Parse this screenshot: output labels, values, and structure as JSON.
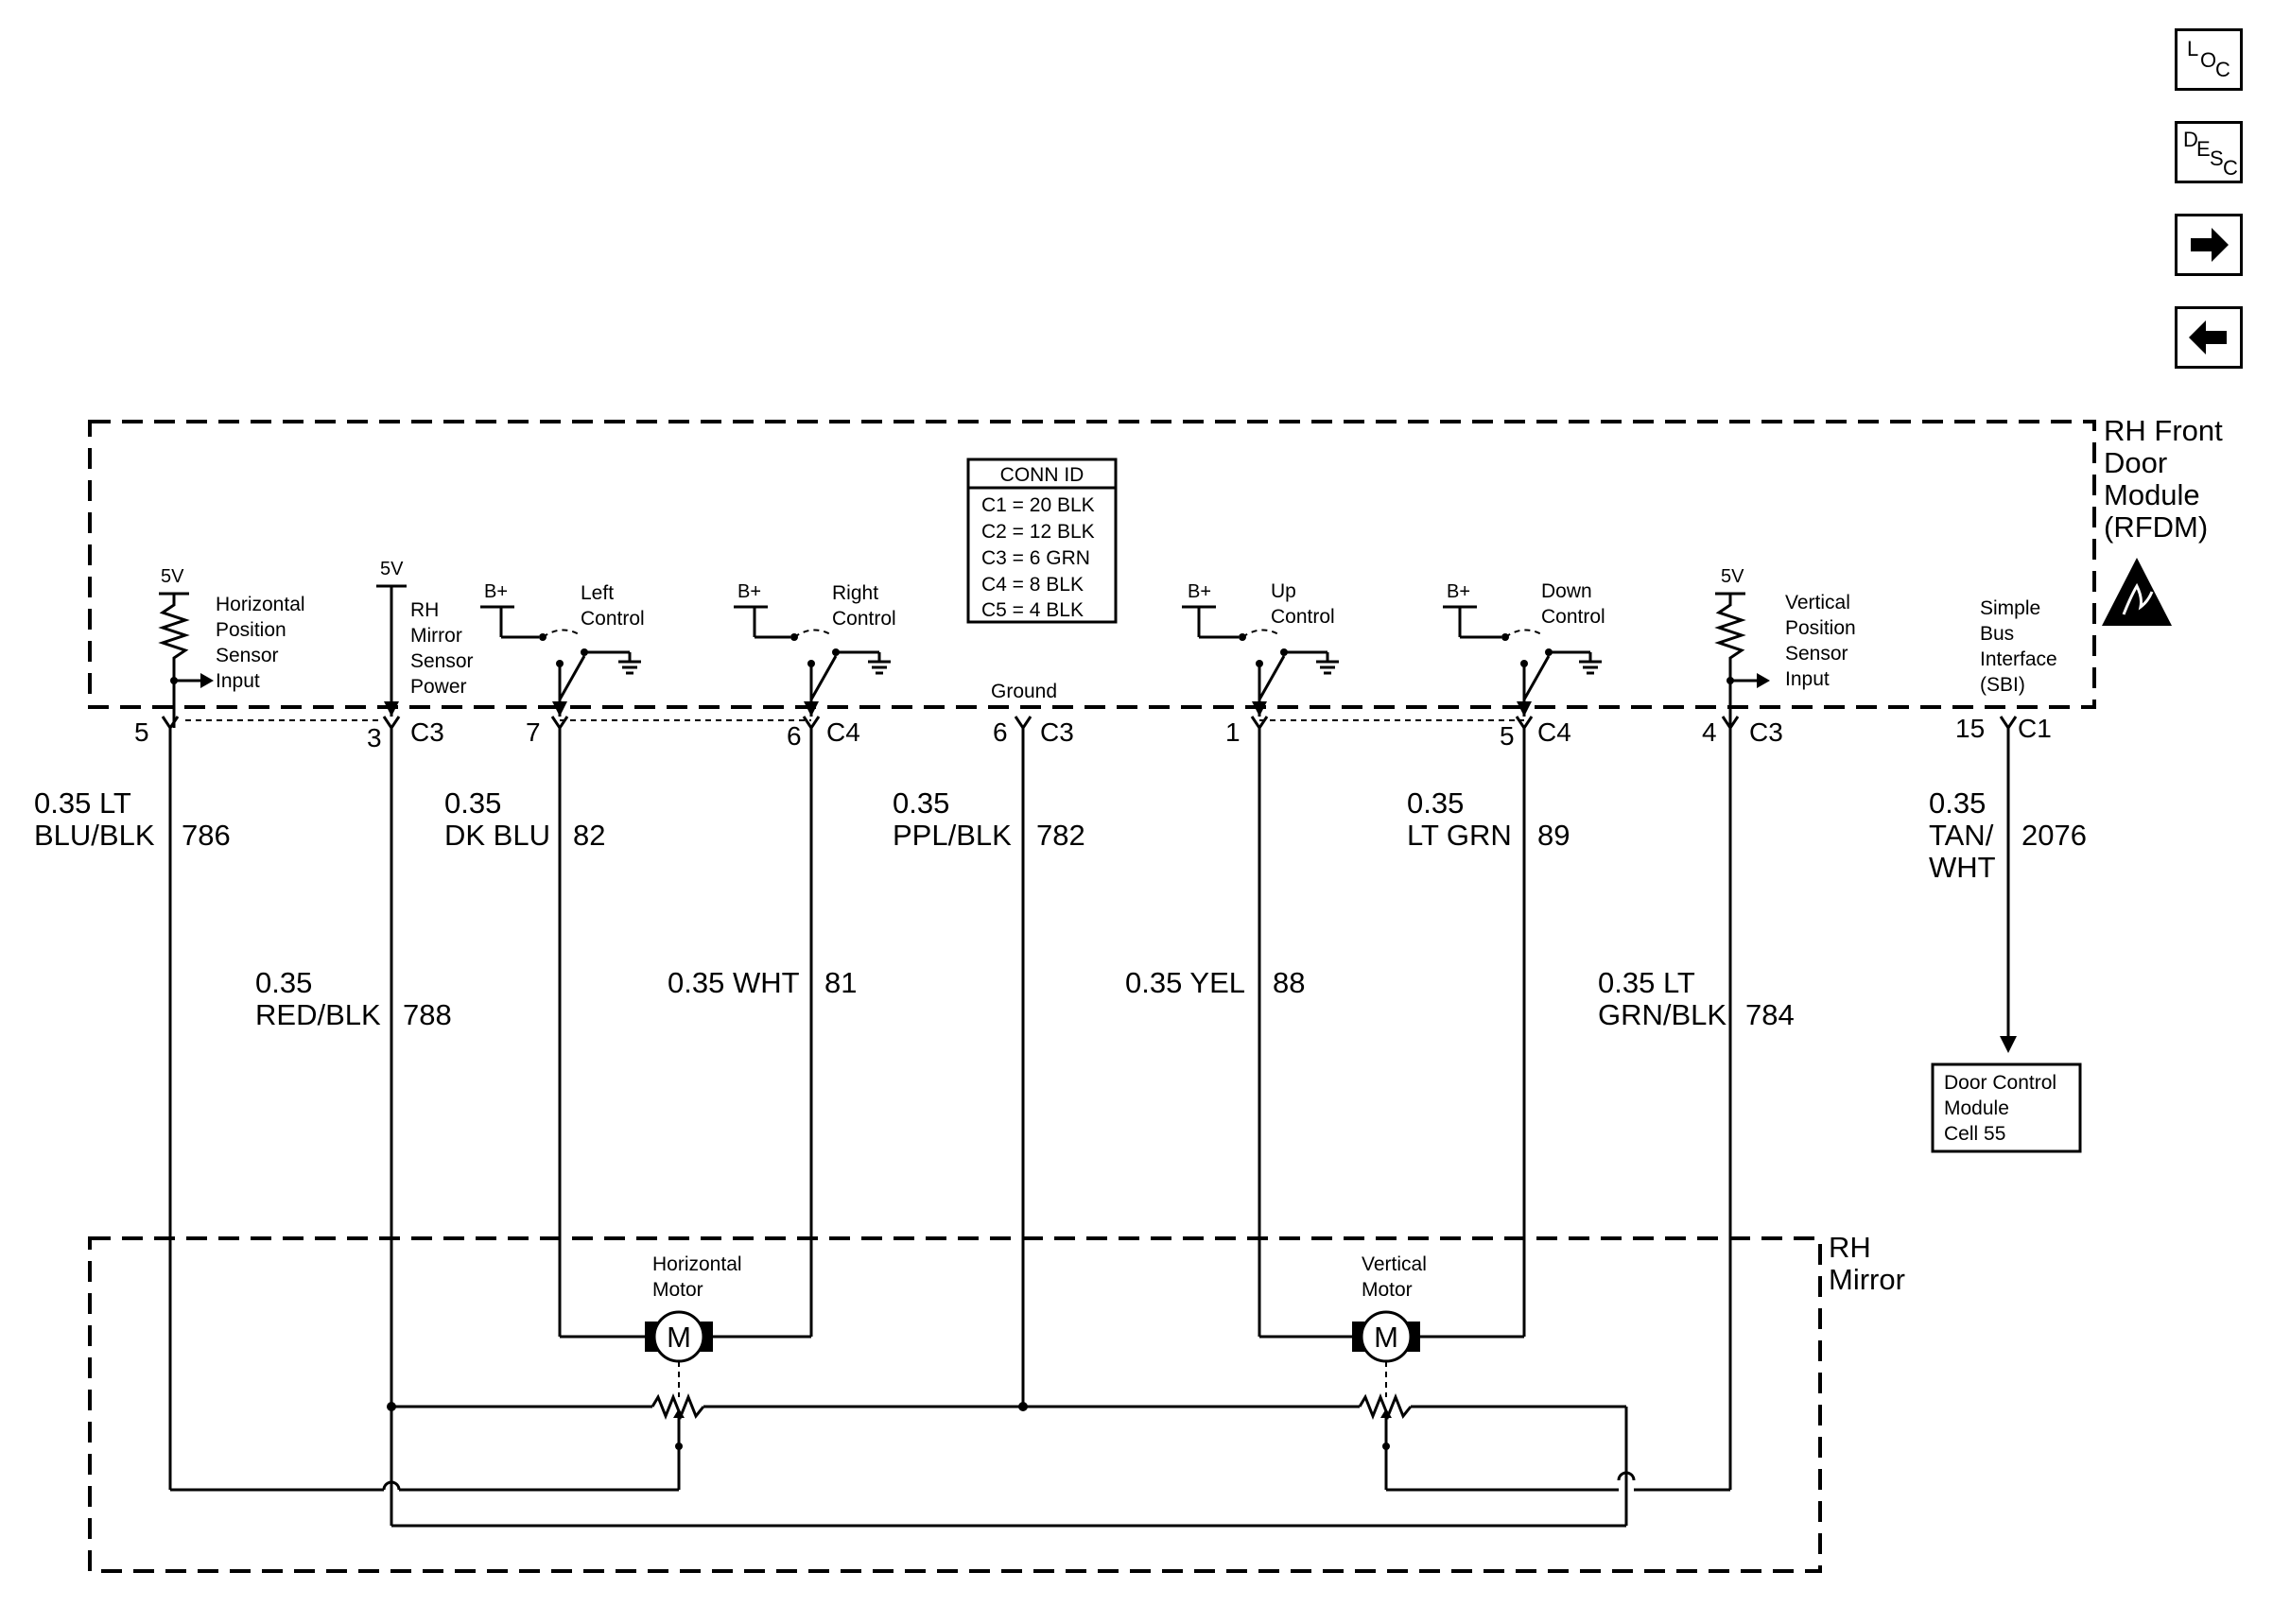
{
  "nav": {
    "loc": [
      "L",
      "O",
      "C"
    ],
    "desc": [
      "D",
      "E",
      "S",
      "C"
    ]
  },
  "module": {
    "title_lines": [
      "RH Front",
      "Door",
      "Module",
      "(RFDM)"
    ],
    "conn_id": {
      "header": "CONN ID",
      "rows": [
        "C1 = 20 BLK",
        "C2 = 12 BLK",
        "C3 = 6 GRN",
        "C4 = 8 BLK",
        "C5 = 4 BLK"
      ]
    },
    "supply_5v": "5V",
    "supply_bplus": "B+",
    "horiz_sensor_lines": [
      "Horizontal",
      "Position",
      "Sensor",
      "Input"
    ],
    "mirror_power_lines": [
      "RH",
      "Mirror",
      "Sensor",
      "Power"
    ],
    "left_control_lines": [
      "Left",
      "Control"
    ],
    "right_control_lines": [
      "Right",
      "Control"
    ],
    "ground_label": "Ground",
    "up_control_lines": [
      "Up",
      "Control"
    ],
    "down_control_lines": [
      "Down",
      "Control"
    ],
    "vert_sensor_lines": [
      "Vertical",
      "Position",
      "Sensor",
      "Input"
    ],
    "sbi_lines": [
      "Simple",
      "Bus",
      "Interface",
      "(SBI)"
    ]
  },
  "pins": [
    {
      "pin": "5",
      "conn": ""
    },
    {
      "pin": "3",
      "conn": "C3"
    },
    {
      "pin": "7",
      "conn": ""
    },
    {
      "pin": "6",
      "conn": "C4"
    },
    {
      "pin": "6",
      "conn": "C3"
    },
    {
      "pin": "1",
      "conn": ""
    },
    {
      "pin": "5",
      "conn": "C4"
    },
    {
      "pin": "4",
      "conn": "C3"
    },
    {
      "pin": "15",
      "conn": "C1"
    }
  ],
  "wires": [
    {
      "size_color": [
        "0.35 LT",
        "BLU/BLK"
      ],
      "circuit": "786"
    },
    {
      "size_color": [
        "0.35",
        "RED/BLK"
      ],
      "circuit": "788"
    },
    {
      "size_color": [
        "0.35",
        "DK BLU"
      ],
      "circuit": "82"
    },
    {
      "size_color": [
        "0.35 WHT"
      ],
      "circuit": "81"
    },
    {
      "size_color": [
        "0.35",
        "PPL/BLK"
      ],
      "circuit": "782"
    },
    {
      "size_color": [
        "0.35 YEL"
      ],
      "circuit": "88"
    },
    {
      "size_color": [
        "0.35",
        "LT GRN"
      ],
      "circuit": "89"
    },
    {
      "size_color": [
        "0.35 LT",
        "GRN/BLK"
      ],
      "circuit": "784"
    },
    {
      "size_color": [
        "0.35",
        "TAN/",
        "WHT"
      ],
      "circuit": "2076"
    }
  ],
  "door_control": [
    "Door Control",
    "Module",
    "Cell 55"
  ],
  "mirror": {
    "title_lines": [
      "RH",
      "Mirror"
    ],
    "horiz_motor_lines": [
      "Horizontal",
      "Motor"
    ],
    "vert_motor_lines": [
      "Vertical",
      "Motor"
    ],
    "motor_symbol": "M"
  }
}
